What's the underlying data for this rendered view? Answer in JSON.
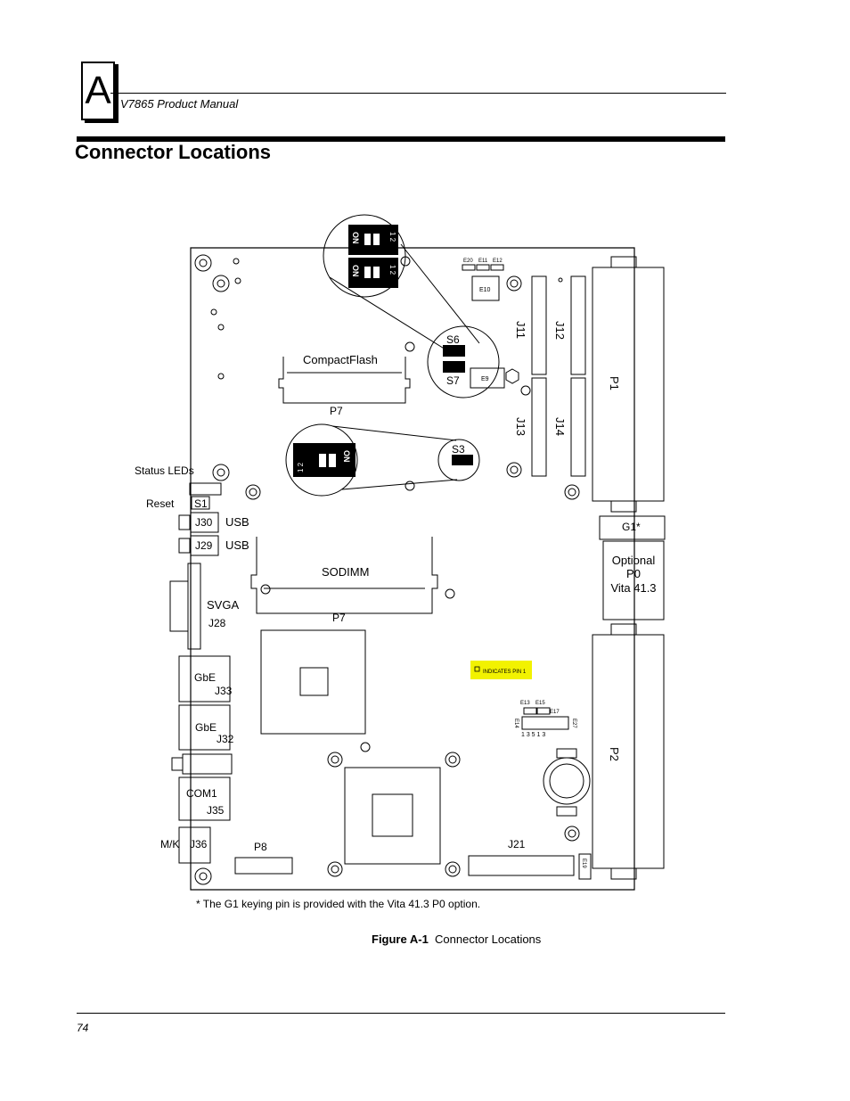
{
  "header": {
    "chapter_letter": "A",
    "manual_title": "V7865 Product Manual"
  },
  "section_title": "Connector Locations",
  "diagram": {
    "switches": {
      "s6": "S6",
      "s7": "S7",
      "s3": "S3",
      "on_label": "ON",
      "pos_label": "1 2",
      "e9": "E9"
    },
    "jumpers": {
      "e20": "E20",
      "e11": "E11",
      "e12": "E12",
      "e10": "E10",
      "e13": "E13",
      "e15": "E15",
      "e17": "E17",
      "e14": "E14",
      "e27": "E27",
      "e19": "E19",
      "pin_numbers": "1 3 5 1 3"
    },
    "connectors": {
      "j11": "J11",
      "j12": "J12",
      "j13": "J13",
      "j14": "J14",
      "p1": "P1",
      "p2": "P2",
      "compactflash": "CompactFlash",
      "p7_cf": "P7",
      "sodimm": "SODIMM",
      "p7_sodimm": "P7",
      "g1": "G1*",
      "optional": "Optional",
      "p0": "P0",
      "vita": "Vita 41.3",
      "s1": "S1",
      "j30": "J30",
      "j29": "J29",
      "usb1": "USB",
      "usb2": "USB",
      "svga": "SVGA",
      "j28": "J28",
      "gbe1": "GbE",
      "j33": "J33",
      "gbe2": "GbE",
      "j32": "J32",
      "com1": "COM1",
      "j35": "J35",
      "mk": "M/K",
      "j36": "J36",
      "p8": "P8",
      "j21": "J21"
    },
    "callouts": {
      "status_leds": "Status LEDs",
      "reset": "Reset",
      "indicates_pin1": "INDICATES PIN 1"
    },
    "colors": {
      "pin1_highlight": "#f2f200",
      "board_line": "#000000"
    }
  },
  "footnote": "* The G1 keying pin is provided with the Vita 41.3 P0 option.",
  "caption": {
    "label": "Figure A-1",
    "text": "Connector Locations"
  },
  "page_number": "74"
}
